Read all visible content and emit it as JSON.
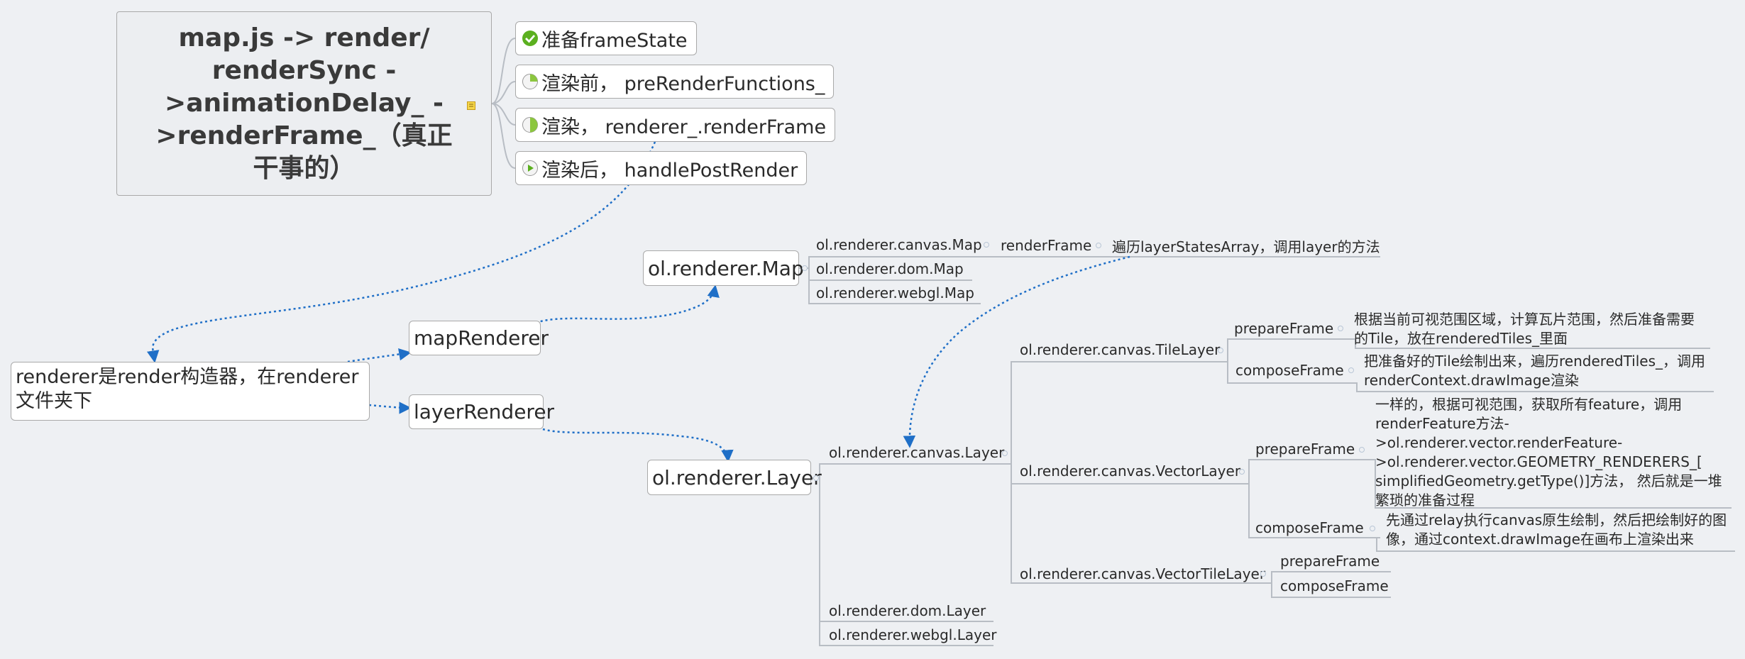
{
  "root": {
    "title": "map.js -> render/ renderSync ->animationDelay_ ->renderFrame_（真正干事的）"
  },
  "steps": [
    {
      "label": "准备frameState",
      "icon": "check-icon"
    },
    {
      "label": "渲染前， preRenderFunctions_",
      "icon": "progress-quarter-icon"
    },
    {
      "label": "渲染， renderer_.renderFrame",
      "icon": "progress-half-icon"
    },
    {
      "label": "渲染后， handlePostRender",
      "icon": "play-icon"
    }
  ],
  "renderer_node": {
    "label": "renderer是render构造器，在renderer文件夹下"
  },
  "map_renderer": {
    "label": "mapRenderer"
  },
  "layer_renderer": {
    "label": "layerRenderer"
  },
  "map_class": {
    "label": "ol.renderer.Map",
    "children": [
      "ol.renderer.canvas.Map",
      "ol.renderer.dom.Map",
      "ol.renderer.webgl.Map"
    ],
    "canvas_map_method": "renderFrame",
    "canvas_map_method_desc": "遍历layerStatesArray，调用layer的方法"
  },
  "layer_class": {
    "label": "ol.renderer.Layer",
    "canvas_layer": "ol.renderer.canvas.Layer",
    "dom_layer": "ol.renderer.dom.Layer",
    "webgl_layer": "ol.renderer.webgl.Layer"
  },
  "tile_layer": {
    "label": "ol.renderer.canvas.TileLayer",
    "prepare": "prepareFrame",
    "prepare_desc": [
      "根据当前可视范围区域，计算瓦片范围，然后准备需要",
      "的Tile，放在renderedTiles_里面"
    ],
    "compose": "composeFrame",
    "compose_desc": [
      "把准备好的Tile绘制出来，遍历renderedTiles_，调用",
      "renderContext.drawImage渲染"
    ]
  },
  "vector_layer": {
    "label": "ol.renderer.canvas.VectorLayer",
    "prepare": "prepareFrame",
    "prepare_desc": [
      "一样的，根据可视范围，获取所有feature，调用",
      "renderFeature方法-",
      ">ol.renderer.vector.renderFeature-",
      ">ol.renderer.vector.GEOMETRY_RENDERERS_[",
      "simplifiedGeometry.getType()]方法， 然后就是一堆",
      "繁琐的准备过程"
    ],
    "compose": "composeFrame",
    "compose_desc": [
      "先通过relay执行canvas原生绘制，然后把绘制好的图",
      "像，通过context.drawImage在画布上渲染出来"
    ]
  },
  "vector_tile_layer": {
    "label": "ol.renderer.canvas.VectorTileLayer",
    "prepare": "prepareFrame",
    "compose": "composeFrame"
  },
  "colors": {
    "background": "#eef0f3",
    "node_border": "#a9a9a9",
    "line": "#b8bdc4",
    "relation": "#1f6fc7",
    "check_green": "#5bb01f"
  }
}
